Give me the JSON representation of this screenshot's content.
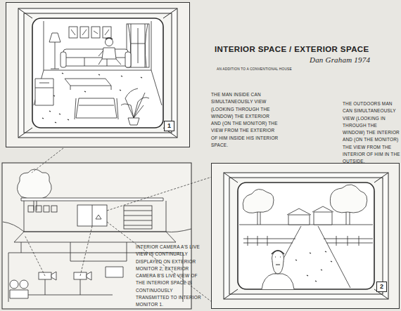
{
  "diagram": {
    "title": "INTERIOR SPACE / EXTERIOR SPACE",
    "nodes": [
      {
        "text": [
          "1"
        ]
      },
      {
        "text": [
          "2"
        ]
      }
    ],
    "labels": [
      "AN ADDITION TO A CONVENTIONAL HOUSE",
      "Dan Graham 1974",
      "THE MAN INSIDE CAN SIMULTANEOUSLY VIEW (LOOKING THROUGH THE WINDOW) THE EXTERIOR AND (ON THE MONITOR) THE VIEW FROM THE EXTERIOR OF HIM INSIDE HIS INTERIOR SPACE.",
      "THE OUTDOORS MAN CAN SIMULTANEOUSLY VIEW (LOOKING IN THROUGH THE WINDOW) THE INTERIOR AND (ON THE MONITOR) THE VIEW FROM THE INTERIOR OF HIM IN THE OUTSIDE.",
      "INTERIOR CAMERA A'S LIVE VIEW IS CONTINUALLY DISPLAYED ON EXTERIOR MONITOR 2; EXTERIOR CAMERA B'S LIVE VIEW OF THE INTERIOR SPACE IS CONTINUOUSLY TRANSMITTED TO INTERIOR MONITOR 1."
    ]
  }
}
